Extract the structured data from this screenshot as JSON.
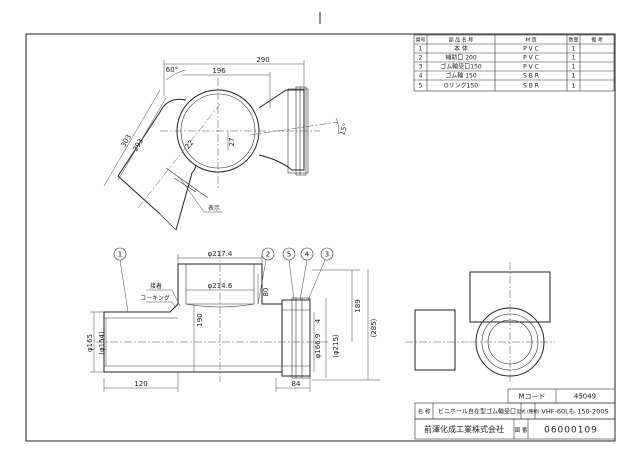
{
  "parts_table": {
    "headers": {
      "no": "番号",
      "name": "部 品 名 称",
      "material": "材 質",
      "qty": "数量",
      "remarks": "備 考"
    },
    "rows": [
      {
        "no": "1",
        "name": "本 体",
        "material": "P V C",
        "qty": "1",
        "remarks": ""
      },
      {
        "no": "2",
        "name": "補助口 200",
        "material": "P V C",
        "qty": "1",
        "remarks": ""
      },
      {
        "no": "3",
        "name": "ゴム輪受口150",
        "material": "P V C",
        "qty": "1",
        "remarks": ""
      },
      {
        "no": "4",
        "name": "ゴム輪 150",
        "material": "S B R",
        "qty": "1",
        "remarks": ""
      },
      {
        "no": "5",
        "name": "Oリング150",
        "material": "S B R",
        "qty": "1",
        "remarks": ""
      }
    ]
  },
  "top_view": {
    "dim_290": "290",
    "dim_196": "196",
    "dim_303": "303",
    "dim_293": "293",
    "dim_60": "60°",
    "dim_15": "15°",
    "dim_22": "22",
    "dim_27": "27",
    "label_hyoji": "表示"
  },
  "front_view": {
    "balloons": [
      "1",
      "2",
      "5",
      "4",
      "3"
    ],
    "dim_217": "φ217.4",
    "dim_214": "φ214.6",
    "dim_80": "80",
    "dim_190": "190",
    "dim_189": "189",
    "dim_285": "(285)",
    "dim_165": "φ165",
    "dim_154": "(φ154)",
    "dim_166": "φ166.9",
    "dim_215": "(φ215)",
    "dim_4": "4",
    "dim_120": "120",
    "dim_84": "84",
    "label_secchaku": "接着",
    "label_caulking": "コ－キング"
  },
  "title_block": {
    "mcode_label": "Mコ－ド",
    "mcode_value": "45049",
    "name_label": "名 称",
    "name_value": "ビニホール自在型ゴム輪受口",
    "model_label": "型式 (種類)",
    "model_value": "VHF-60Lも 150-200S",
    "company": "前澤化成工業株式会社",
    "drawing_no_label": "図 番",
    "drawing_no_value": "06000109"
  }
}
